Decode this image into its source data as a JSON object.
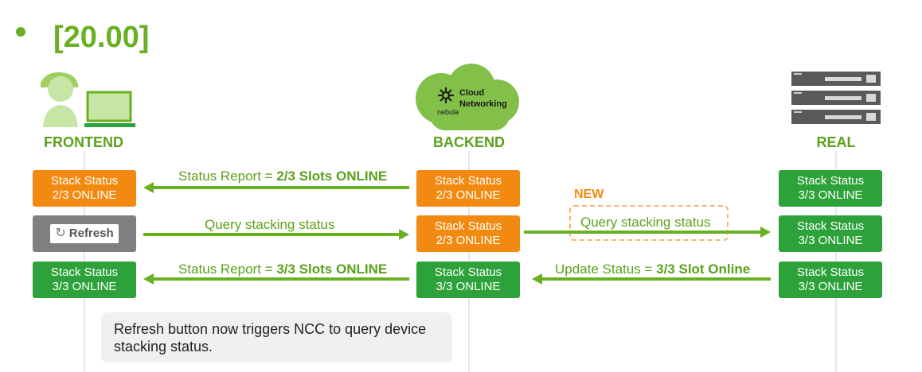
{
  "title": "[20.00]",
  "colors": {
    "green": "#6ab023",
    "dark_green": "#2ea23a",
    "orange": "#f28a12",
    "gray": "#7f7f7f"
  },
  "icons": {
    "frontend": "user-laptop-icon",
    "backend": "nebula-cloud-icon",
    "real": "switch-stack-icon",
    "refresh": "refresh-icon"
  },
  "columns": {
    "frontend": {
      "label": "FRONTEND"
    },
    "backend": {
      "label": "BACKEND",
      "logo_word1": "Cloud",
      "logo_word2": "Networking",
      "logo_brand": "nebula"
    },
    "real": {
      "label": "REAL"
    }
  },
  "rows": {
    "row1": {
      "frontend_box": {
        "line1": "Stack Status",
        "line2": "2/3 ONLINE"
      },
      "backend_box": {
        "line1": "Stack Status",
        "line2": "2/3 ONLINE"
      },
      "real_box": {
        "line1": "Stack Status",
        "line2": "3/3 ONLINE"
      },
      "left_arrow": {
        "prefix": "Status Report = ",
        "bold": "2/3 Slots ONLINE"
      }
    },
    "row2": {
      "refresh_label": "Refresh",
      "backend_box": {
        "line1": "Stack Status",
        "line2": "2/3 ONLINE"
      },
      "real_box": {
        "line1": "Stack Status",
        "line2": "3/3 ONLINE"
      },
      "left_arrow": {
        "text": "Query stacking status"
      },
      "right_arrow": {
        "new_tag": "NEW",
        "text": "Query stacking status"
      }
    },
    "row3": {
      "frontend_box": {
        "line1": "Stack Status",
        "line2": "3/3 ONLINE"
      },
      "backend_box": {
        "line1": "Stack Status",
        "line2": "3/3 ONLINE"
      },
      "real_box": {
        "line1": "Stack Status",
        "line2": "3/3 ONLINE"
      },
      "left_arrow": {
        "prefix": "Status Report = ",
        "bold": "3/3 Slots ONLINE"
      },
      "right_arrow": {
        "prefix": "Update Status = ",
        "bold": "3/3 Slot Online"
      }
    }
  },
  "note": "Refresh button now triggers NCC to query device stacking status."
}
